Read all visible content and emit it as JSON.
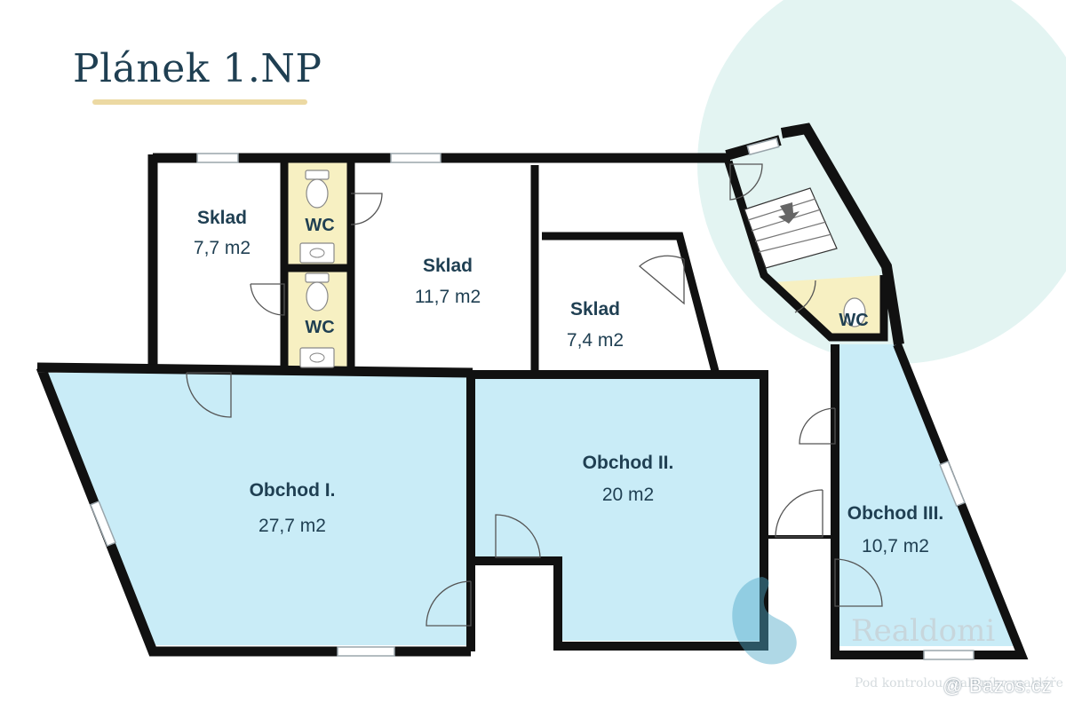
{
  "title": "Plánek 1.NP",
  "rooms": {
    "sklad_a": {
      "name": "Sklad",
      "area": "7,7 m2"
    },
    "sklad_b": {
      "name": "Sklad",
      "area": "11,7 m2"
    },
    "sklad_c": {
      "name": "Sklad",
      "area": "7,4 m2"
    },
    "wc_top": {
      "name": "WC"
    },
    "wc_bottom": {
      "name": "WC"
    },
    "wc_right": {
      "name": "WC"
    },
    "obchod_1": {
      "name": "Obchod I.",
      "area": "27,7 m2"
    },
    "obchod_2": {
      "name": "Obchod II.",
      "area": "20 m2"
    },
    "obchod_3": {
      "name": "Obchod III.",
      "area": "10,7 m2"
    }
  },
  "watermark": {
    "brand": "Realdomi",
    "caption": "Pod kontrolou realitního makléře"
  },
  "site_badge": "@ Bazos.cz",
  "colors": {
    "wall": "#111111",
    "shop_fill": "#c9ecf7",
    "wc_fill": "#f7f0c2",
    "title": "#1f3f52",
    "accent_underline": "#ecd9a3",
    "decor_circle": "#e3f4f2"
  }
}
